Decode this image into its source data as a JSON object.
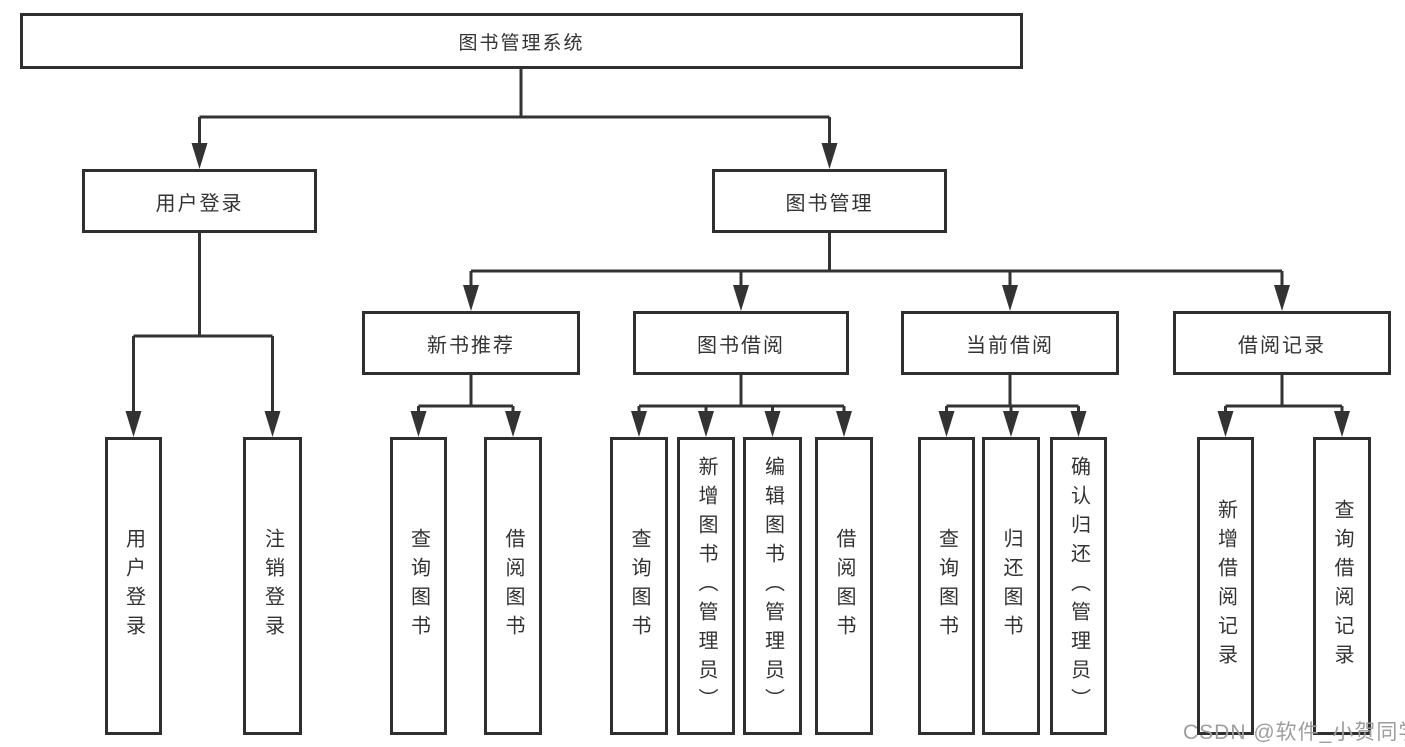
{
  "tree": {
    "label": "图书管理系统",
    "children": [
      {
        "label": "用户登录",
        "children": [
          {
            "label": "用户登录"
          },
          {
            "label": "注销登录"
          }
        ]
      },
      {
        "label": "图书管理",
        "children": [
          {
            "label": "新书推荐",
            "children": [
              {
                "label": "查询图书"
              },
              {
                "label": "借阅图书"
              }
            ]
          },
          {
            "label": "图书借阅",
            "children": [
              {
                "label": "查询图书"
              },
              {
                "label": "新增图书（管理员）"
              },
              {
                "label": "编辑图书（管理员）"
              },
              {
                "label": "借阅图书"
              }
            ]
          },
          {
            "label": "当前借阅",
            "children": [
              {
                "label": "查询图书"
              },
              {
                "label": "归还图书"
              },
              {
                "label": "确认归还（管理员）"
              }
            ]
          },
          {
            "label": "借阅记录",
            "children": [
              {
                "label": "新增借阅记录"
              },
              {
                "label": "查询借阅记录"
              }
            ]
          }
        ]
      }
    ]
  },
  "watermark": {
    "text": "CSDN @软件_小贺同学"
  },
  "colors": {
    "line": "#333333",
    "box_border": "#2f2f2f",
    "text": "#333333",
    "watermark": "#9e9e9e",
    "background": "#ffffff"
  }
}
